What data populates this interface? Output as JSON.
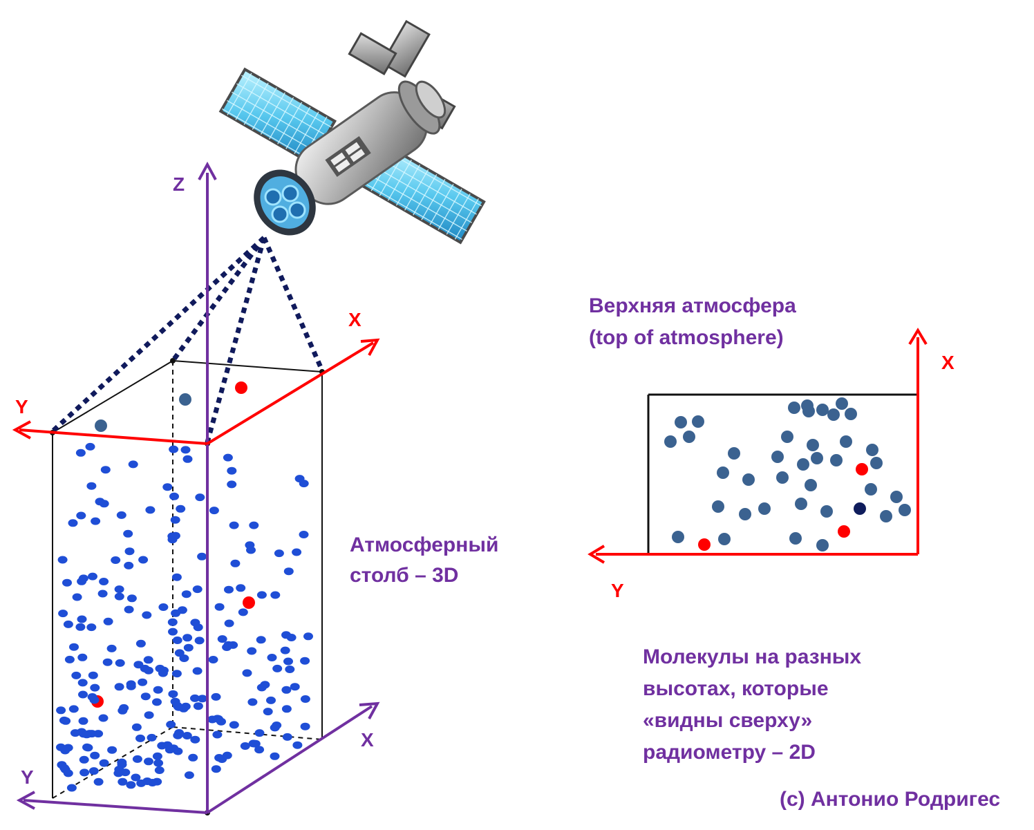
{
  "colors": {
    "purple_axis": "#7030a0",
    "red_axis": "#ff0000",
    "dark_dot": "#3b6290",
    "blue_dot": "#1f4ed6",
    "red_dot": "#ff0000",
    "navy_dot": "#0f1d5c",
    "dotted_beam": "#101a5c"
  },
  "icons": [
    "satellite-icon"
  ],
  "axes_3d": {
    "z_label": "Z",
    "top_x_label": "X",
    "top_y_label": "Y",
    "bottom_x_label": "X",
    "bottom_y_label": "Y"
  },
  "axes_2d": {
    "x_label": "X",
    "y_label": "Y"
  },
  "captions": {
    "column_line1": "Атмосферный",
    "column_line2": "столб – 3D",
    "toa_line1": "Верхняя атмосфера",
    "toa_line2": "(top of atmosphere)",
    "molecules_line1": "Молекулы на разных",
    "molecules_line2": "высотах, которые",
    "molecules_line3": "«видны сверху»",
    "molecules_line4": "радиометру – 2D",
    "copyright": "(c) Антонио Родригес"
  }
}
